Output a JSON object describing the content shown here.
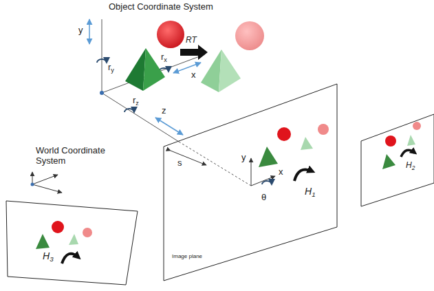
{
  "diagram": {
    "nodes": [
      {
        "text": [
          "s",
          "y",
          "x",
          "θ",
          "H1",
          "Image plane"
        ]
      },
      {
        "text": [
          "H2"
        ]
      },
      {
        "text": [
          "H3"
        ]
      }
    ],
    "labels": [
      "Object Coordinate System",
      "y",
      "ry",
      "rx",
      "RT",
      "x",
      "rz",
      "z",
      "World Coordinate System"
    ]
  }
}
